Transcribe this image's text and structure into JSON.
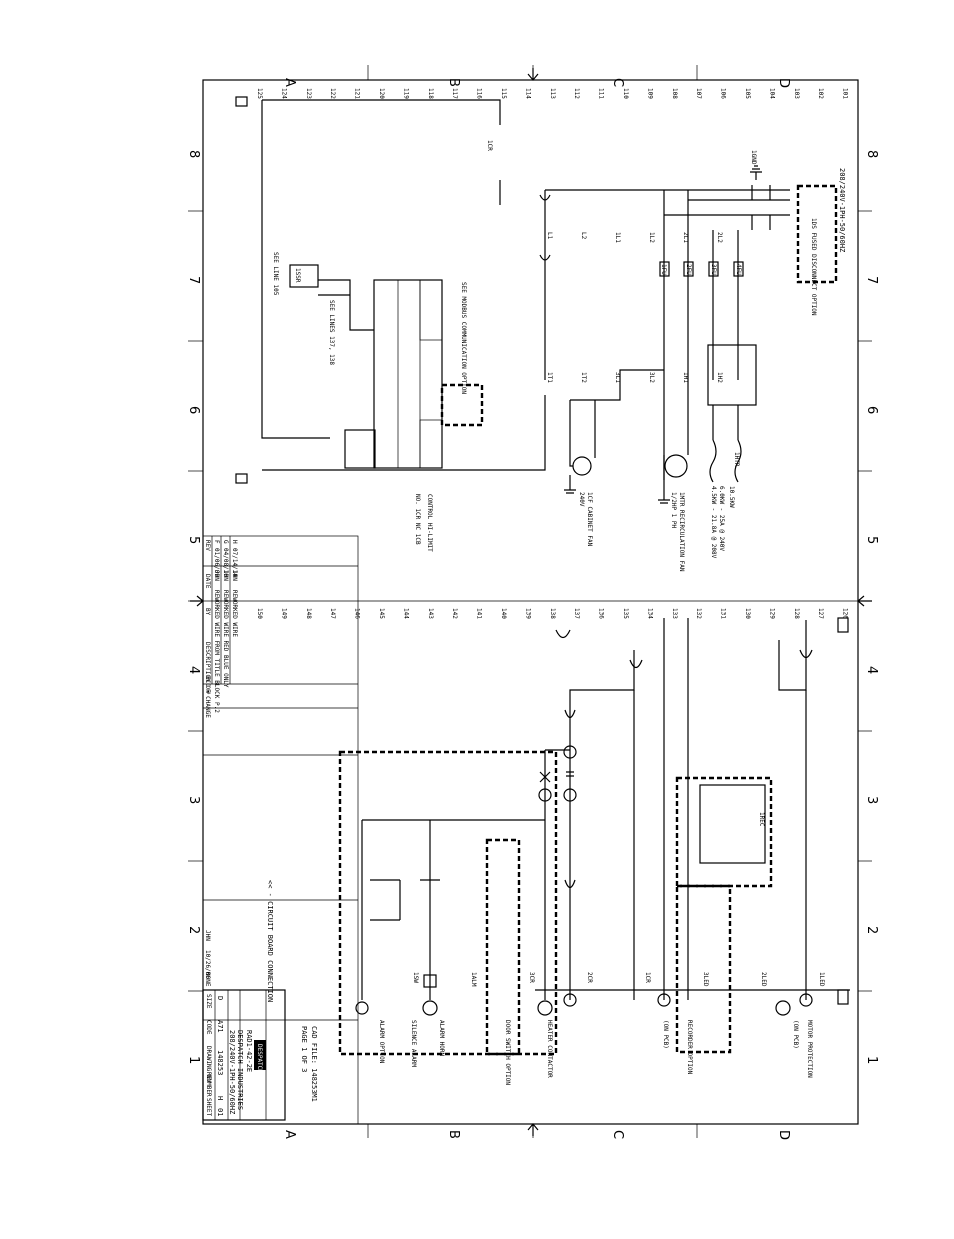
{
  "grid": {
    "rows_top": [
      "A",
      "B",
      "C",
      "D"
    ],
    "rows_bottom": [
      "A",
      "B",
      "C",
      "D"
    ],
    "cols_left": [
      "8",
      "7",
      "6",
      "5",
      "4",
      "3",
      "2",
      "1"
    ],
    "cols_right": [
      "8",
      "7",
      "6",
      "5",
      "4",
      "3",
      "2",
      "1"
    ]
  },
  "line_numbers_top": [
    "125",
    "124",
    "123",
    "122",
    "121",
    "120",
    "119",
    "118",
    "117",
    "116",
    "115",
    "114",
    "113",
    "112",
    "111",
    "110",
    "109",
    "108",
    "107",
    "106",
    "105",
    "104",
    "103",
    "102",
    "101"
  ],
  "line_numbers_bottom": [
    "150",
    "149",
    "148",
    "147",
    "146",
    "145",
    "144",
    "143",
    "142",
    "141",
    "140",
    "139",
    "138",
    "137",
    "136",
    "135",
    "134",
    "133",
    "132",
    "131",
    "130",
    "129",
    "128",
    "127",
    "126"
  ],
  "upper_circuit": {
    "supply": "208/240V-1PH-50/60HZ",
    "disconnect": "1DS FUSED DISCONNECT OPTION",
    "ground": "1GND",
    "heater": "1HTR",
    "heater_rating": "10.5KW",
    "heater_spec": "4.5KW - 21.8A @ 208V",
    "heater_spec2": "6.0KW - 25A @ 240V",
    "recirc_fan": "1MTR RECIRCULATION FAN",
    "recirc_fan_spec": "1/2HP 1 PH",
    "cabinet_fan": "1CF CABINET FAN",
    "cabinet_fan_spec": "240V",
    "control": "CONTROL HI-LIMIT",
    "control_note": "NO. 1CR NC 1CB",
    "comms": "SEE MODBUS COMMUNICATION OPTION",
    "see_line": "SEE LINE 105",
    "see_lines": "SEE LINES 137, 138",
    "ssr": "1SSR",
    "relay": "1CR",
    "fuse_labels": [
      "1FU",
      "2FU",
      "3FU",
      "4FU"
    ],
    "wire_labels": [
      "L1",
      "L2",
      "1L1",
      "1L2",
      "2L1",
      "2L2",
      "1T1",
      "1T2",
      "3L1",
      "3L2",
      "1H1",
      "1H2"
    ]
  },
  "lower_circuit": {
    "board_connection": "<< - CIRCUIT BOARD CONNECTION",
    "motor": "MOTOR PROTECTION",
    "motor_note": "(ON PCB)",
    "power": "(ON PCB)",
    "heater_contactor": "HEATER CONTACTOR",
    "recorder": "RECORDER OPTION",
    "recorder_device": "1REC",
    "door_switch": "DOOR SWITCH OPTION",
    "alarm": "ALARM HORN",
    "silence": "SILENCE ALARM",
    "alarm_option": "ALARM OPTION",
    "relays": [
      "1LED",
      "2LED",
      "3LED",
      "1CR",
      "2CR",
      "3CR",
      "1ALM",
      "1SW"
    ]
  },
  "notes": {
    "cad_file": "CAD FILE: 148253M1",
    "page": "PAGE 1 OF 3"
  },
  "revisions": [
    {
      "rev": "F",
      "date": "01/06/09",
      "by": "JHN",
      "desc": "REWORKED WIRE FROM TITLE BLOCK P.2"
    },
    {
      "rev": "G",
      "date": "04/08/10",
      "by": "JHN",
      "desc": "REWORKED WIRE RED BLUE ONLY"
    },
    {
      "rev": "H",
      "date": "07/14/14",
      "by": "JHN",
      "desc": "REWORKED WIRE"
    }
  ],
  "revision_headers": [
    "REV",
    "DATE",
    "BY",
    "DESCRIPTION OF CHANGE",
    "ECO #"
  ],
  "title_block": {
    "company": "DESPATCH",
    "model": "RAD1-42-2E",
    "title": "DESPATCH INDUSTRIES",
    "subtitle": "208/240V-1PH-50/60HZ",
    "size": "D",
    "code": "A71",
    "drawing_no": "148253",
    "rev": "H",
    "sheet": "01",
    "drawn": "JHN",
    "date": "10/26/06",
    "scale": "NONE",
    "headers": [
      "SIZE",
      "CODE",
      "DRAWING NUMBER",
      "REV",
      "SHEET"
    ]
  },
  "colors": {
    "line": "#000000",
    "paper": "#ffffff"
  }
}
